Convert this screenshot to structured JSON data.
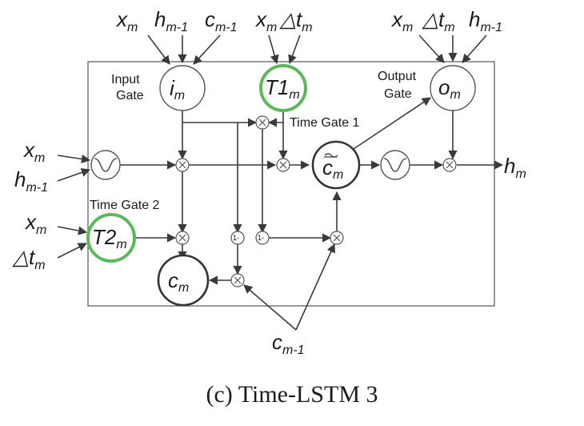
{
  "caption": "(c) Time-LSTM 3",
  "nodes": {
    "input_gate": "i",
    "input_gate_sub": "m",
    "input_gate_name_line1": "Input",
    "input_gate_name_line2": "Gate",
    "time_gate_1": "T1",
    "time_gate_1_sub": "m",
    "time_gate_1_name": "Time Gate 1",
    "output_gate": "o",
    "output_gate_sub": "m",
    "output_gate_name_line1": "Output",
    "output_gate_name_line2": "Gate",
    "time_gate_2": "T2",
    "time_gate_2_sub": "m",
    "time_gate_2_name": "Time Gate 2",
    "cell_candidate": "c",
    "cell_candidate_sub": "m",
    "cell_state": "c",
    "cell_state_sub": "m",
    "one_minus_a": "1-",
    "one_minus_b": "1-"
  },
  "inputs": {
    "top_i": [
      {
        "base": "x",
        "sub": "m"
      },
      {
        "base": "h",
        "sub": "m-1"
      },
      {
        "base": "c",
        "sub": "m-1"
      }
    ],
    "top_t1": [
      {
        "base": "x",
        "sub": "m"
      },
      {
        "base": "△t",
        "sub": "m"
      }
    ],
    "top_o": [
      {
        "base": "x",
        "sub": "m"
      },
      {
        "base": "△t",
        "sub": "m"
      },
      {
        "base": "h",
        "sub": "m-1"
      }
    ],
    "left_main": [
      {
        "base": "x",
        "sub": "m"
      },
      {
        "base": "h",
        "sub": "m-1"
      }
    ],
    "left_t2": [
      {
        "base": "x",
        "sub": "m"
      },
      {
        "base": "△t",
        "sub": "m"
      }
    ],
    "bottom_c_prev": {
      "base": "c",
      "sub": "m-1"
    }
  },
  "output": {
    "base": "h",
    "sub": "m"
  },
  "colors": {
    "time_gate_ring": "#5cb85c",
    "stroke": "#3a3a3a"
  }
}
